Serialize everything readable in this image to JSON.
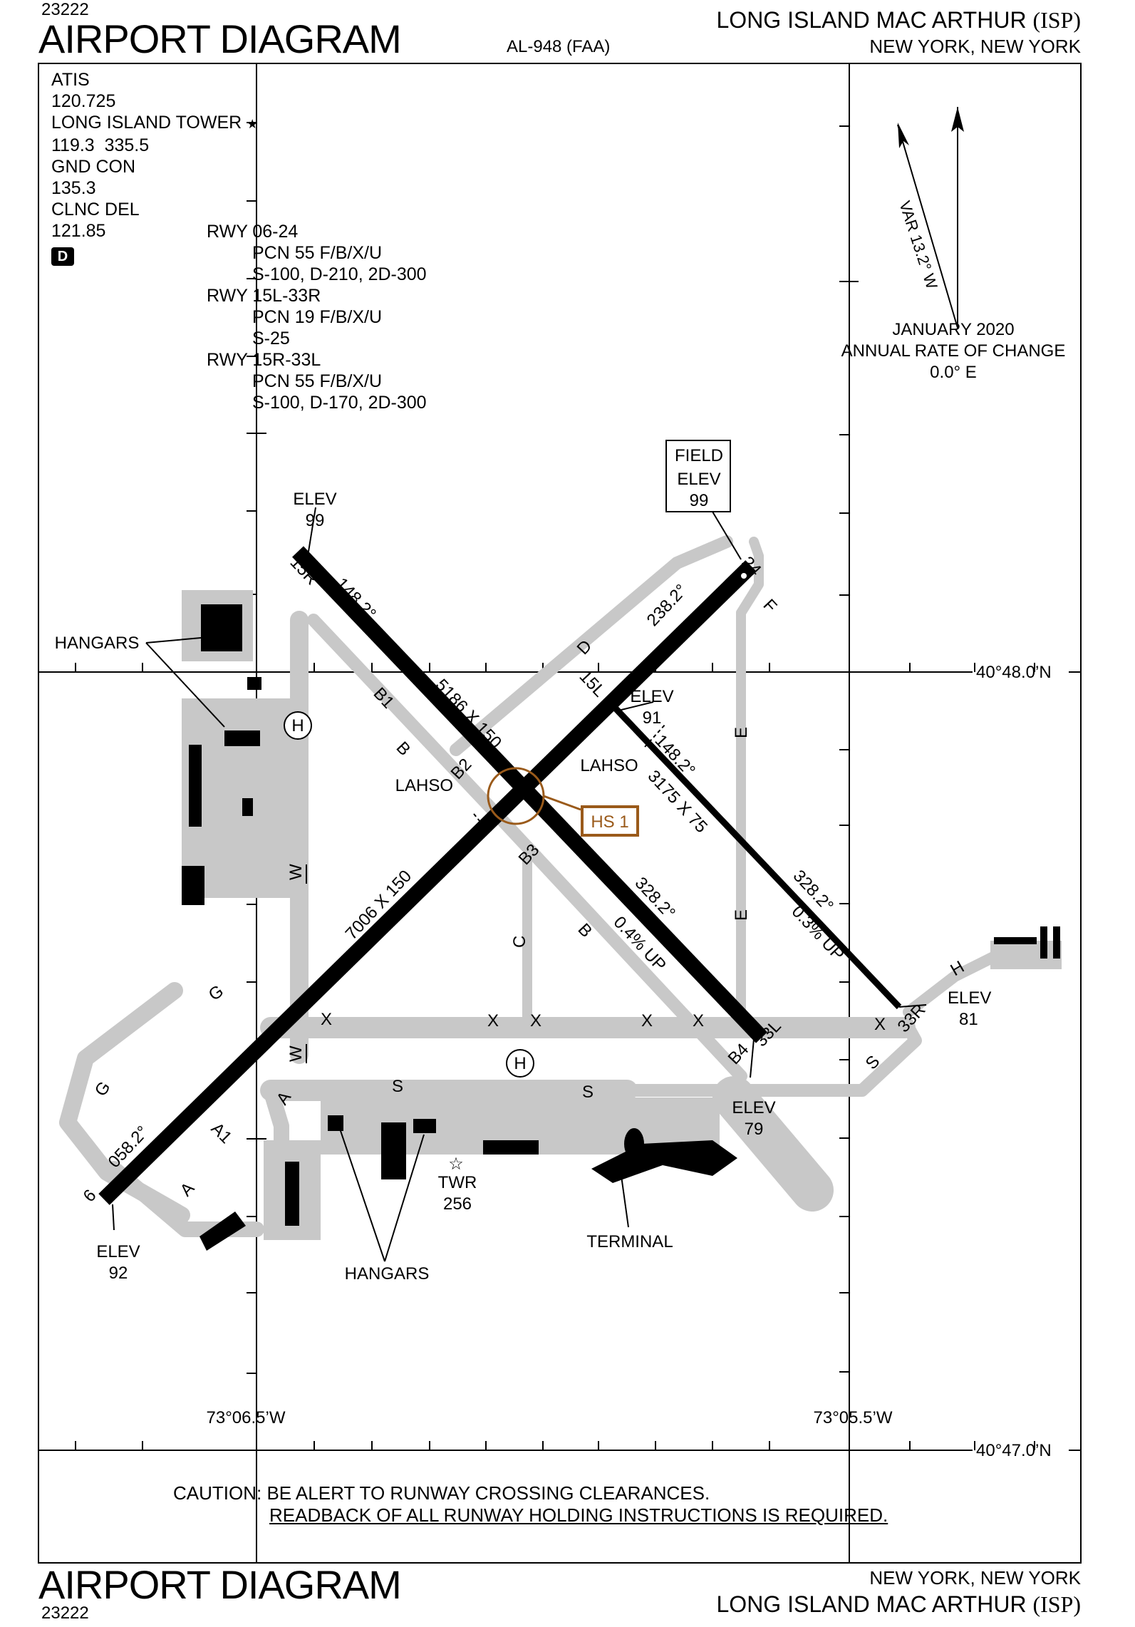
{
  "header": {
    "procedure_number": "23222",
    "title": "AIRPORT DIAGRAM",
    "airport_name": "LONG ISLAND MAC ARTHUR",
    "airport_id": "(ISP)",
    "location": "NEW YORK, NEW YORK",
    "chart_id": "AL-948 (FAA)"
  },
  "footer": {
    "title": "AIRPORT DIAGRAM",
    "procedure_number": "23222",
    "location": "NEW YORK, NEW YORK",
    "airport_name": "LONG ISLAND MAC ARTHUR",
    "airport_id": "(ISP)"
  },
  "comms": {
    "atis_label": "ATIS",
    "atis_freq": "120.725",
    "tower_label": "LONG ISLAND TOWER",
    "tower_freq": "119.3  335.5",
    "gnd_label": "GND CON",
    "gnd_freq": "135.3",
    "clnc_label": "CLNC DEL",
    "clnc_freq": "121.85",
    "d_badge": "D"
  },
  "pcn": {
    "rwy1": "RWY 06-24",
    "rwy1_pcn": "PCN 55 F/B/X/U",
    "rwy1_wt": "S-100, D-210, 2D-300",
    "rwy2": "RWY 15L-33R",
    "rwy2_pcn": "PCN 19 F/B/X/U",
    "rwy2_wt": "S-25",
    "rwy3": "RWY 15R-33L",
    "rwy3_pcn": "PCN 55 F/B/X/U",
    "rwy3_wt": "S-100, D-170, 2D-300"
  },
  "variation": {
    "var_text": "VAR 13.2° W",
    "date": "JANUARY 2020",
    "rate_label": "ANNUAL RATE OF CHANGE",
    "rate_value": "0.0° E"
  },
  "field_elev": {
    "label1": "FIELD",
    "label2": "ELEV",
    "value": "99"
  },
  "coords": {
    "lat_top": "40°48.0’N",
    "lat_bottom": "40°47.0’N",
    "lon_left": "73°06.5’W",
    "lon_right": "73°05.5’W"
  },
  "runways": {
    "rwy_15r": "15R",
    "rwy_33l": "33L",
    "rwy_15l": "15L",
    "rwy_33r": "33R",
    "rwy_6": "6",
    "rwy_24": "24",
    "dim_15r": "5186 X 150",
    "dim_15l": "3175 X 75",
    "dim_06": "7006 X 150",
    "hdg_15r": "148.2°",
    "hdg_33l": "328.2°",
    "hdg_15l": "148.2°",
    "hdg_33r": "328.2°",
    "hdg_06": "058.2°",
    "hdg_24": "238.2°",
    "grad_33l": "0.4% UP",
    "grad_33r": "0.3% UP"
  },
  "elevations": {
    "elev_label": "ELEV",
    "e_15r": "99",
    "e_15l": "91",
    "e_33r": "81",
    "e_33l": "79",
    "e_6": "92"
  },
  "taxiways": {
    "t_b1": "B1",
    "t_b": "B",
    "t_b2": "B2",
    "t_b3": "B3",
    "t_b4": "B4",
    "t_d": "D",
    "t_e": "E",
    "t_f": "F",
    "t_g": "G",
    "t_w": "W",
    "t_x": "X",
    "t_c": "C",
    "t_s": "S",
    "t_a": "A",
    "t_a1": "A1",
    "t_h": "H"
  },
  "labels": {
    "hangars": "HANGARS",
    "lahso": "LAHSO",
    "hs1": "HS 1",
    "twr": "TWR",
    "twr_elev": "256",
    "terminal": "TERMINAL",
    "helipad": "H"
  },
  "caution": {
    "line1": "CAUTION: BE ALERT TO RUNWAY CROSSING CLEARANCES.",
    "line2": "READBACK OF ALL RUNWAY HOLDING INSTRUCTIONS IS REQUIRED."
  },
  "colors": {
    "taxiway": "#c8c8c8",
    "runway": "#000000",
    "hotspot": "#9a5a1a"
  }
}
